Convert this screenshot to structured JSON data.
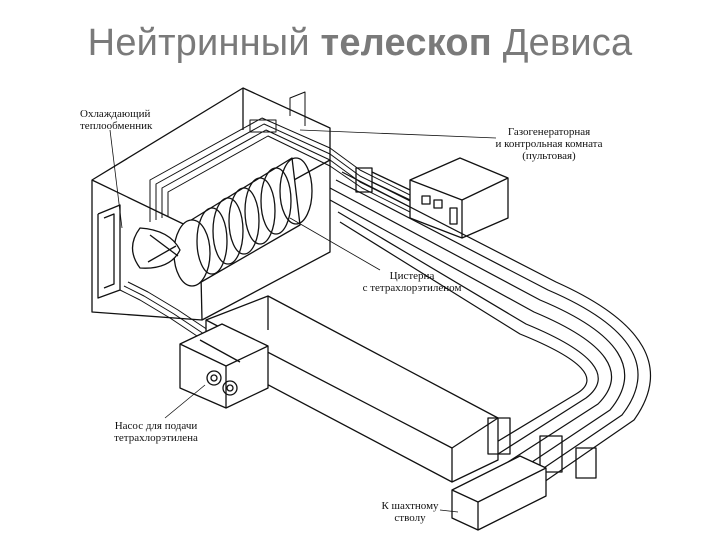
{
  "title": {
    "part1": "Нейтринный ",
    "part2": "телескоп",
    "part3": " Девиса"
  },
  "labels": {
    "cooling_exchanger": "Охлаждающий\nтеплообменник",
    "gas_control_room": "Газогенераторная\nи контрольная комната\n(пультовая)",
    "tank": "Цистерна\nс тетрахлорэтиленом",
    "pump": "Насос для подачи\nтетрахлорэтилена",
    "shaft": "К шахтному\nстволу"
  }
}
